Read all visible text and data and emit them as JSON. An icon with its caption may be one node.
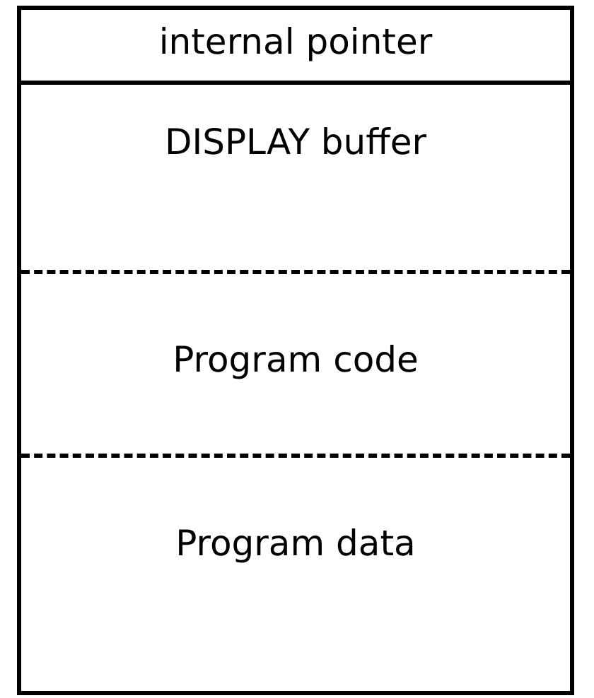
{
  "diagram": {
    "nodes": [
      {
        "text": [],
        "shape": "box"
      },
      {
        "text": [
          "internal pointer"
        ],
        "in": 0
      },
      {
        "text": [
          "DISPLAY buffer"
        ],
        "in": 0
      },
      {
        "text": [
          "Program code"
        ],
        "in": 0
      },
      {
        "text": [
          "Program data"
        ],
        "in": 0
      }
    ]
  }
}
